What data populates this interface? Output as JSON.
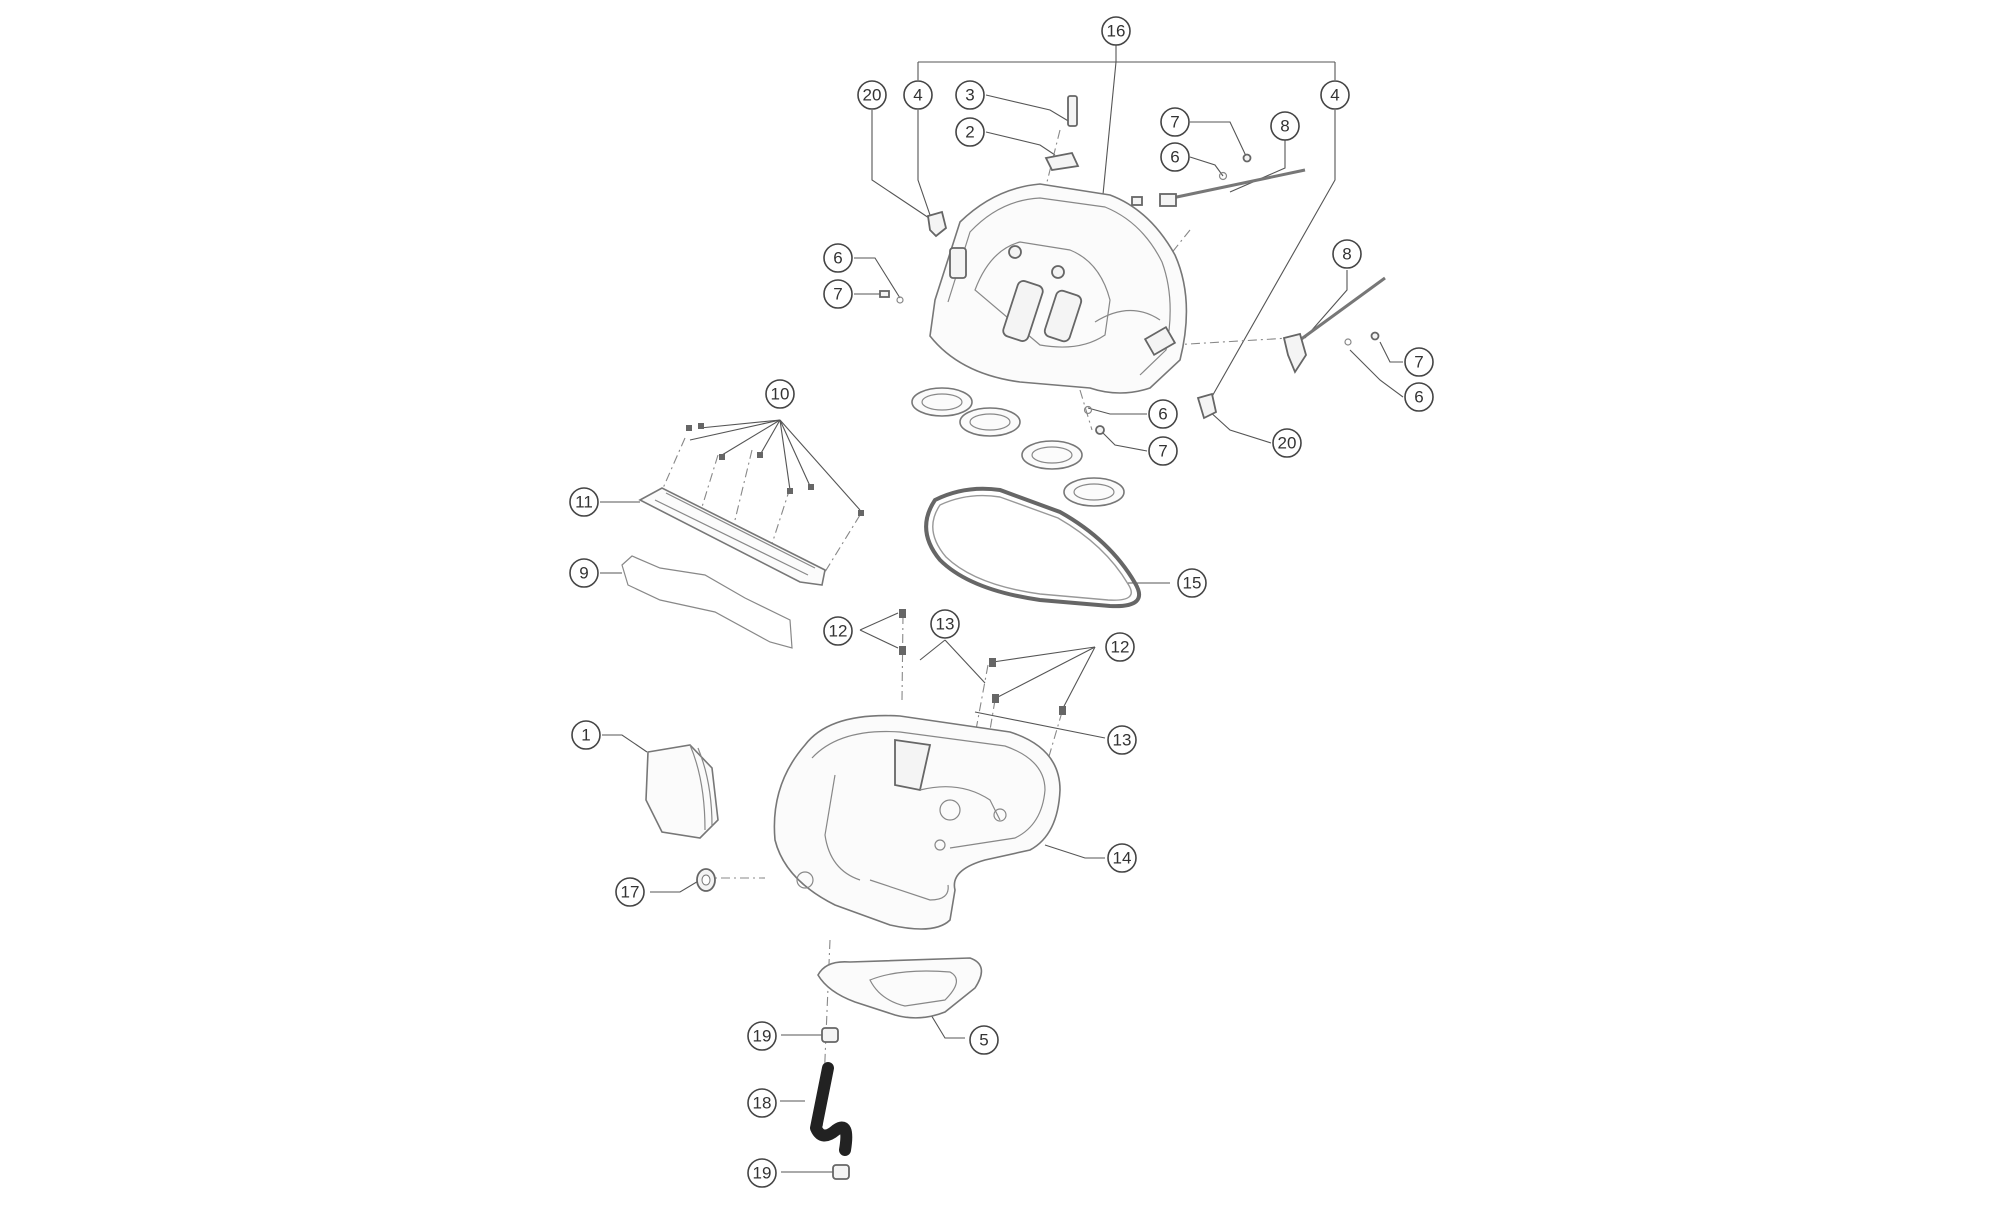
{
  "diagram": {
    "callouts": [
      {
        "label": "16"
      },
      {
        "label": "20"
      },
      {
        "label": "4"
      },
      {
        "label": "3"
      },
      {
        "label": "2"
      },
      {
        "label": "7"
      },
      {
        "label": "6"
      },
      {
        "label": "8"
      },
      {
        "label": "4"
      },
      {
        "label": "6"
      },
      {
        "label": "7"
      },
      {
        "label": "8"
      },
      {
        "label": "7"
      },
      {
        "label": "6"
      },
      {
        "label": "6"
      },
      {
        "label": "7"
      },
      {
        "label": "20"
      },
      {
        "label": "10"
      },
      {
        "label": "11"
      },
      {
        "label": "9"
      },
      {
        "label": "15"
      },
      {
        "label": "12"
      },
      {
        "label": "13"
      },
      {
        "label": "12"
      },
      {
        "label": "13"
      },
      {
        "label": "1"
      },
      {
        "label": "14"
      },
      {
        "label": "17"
      },
      {
        "label": "5"
      },
      {
        "label": "19"
      },
      {
        "label": "18"
      },
      {
        "label": "19"
      }
    ]
  }
}
